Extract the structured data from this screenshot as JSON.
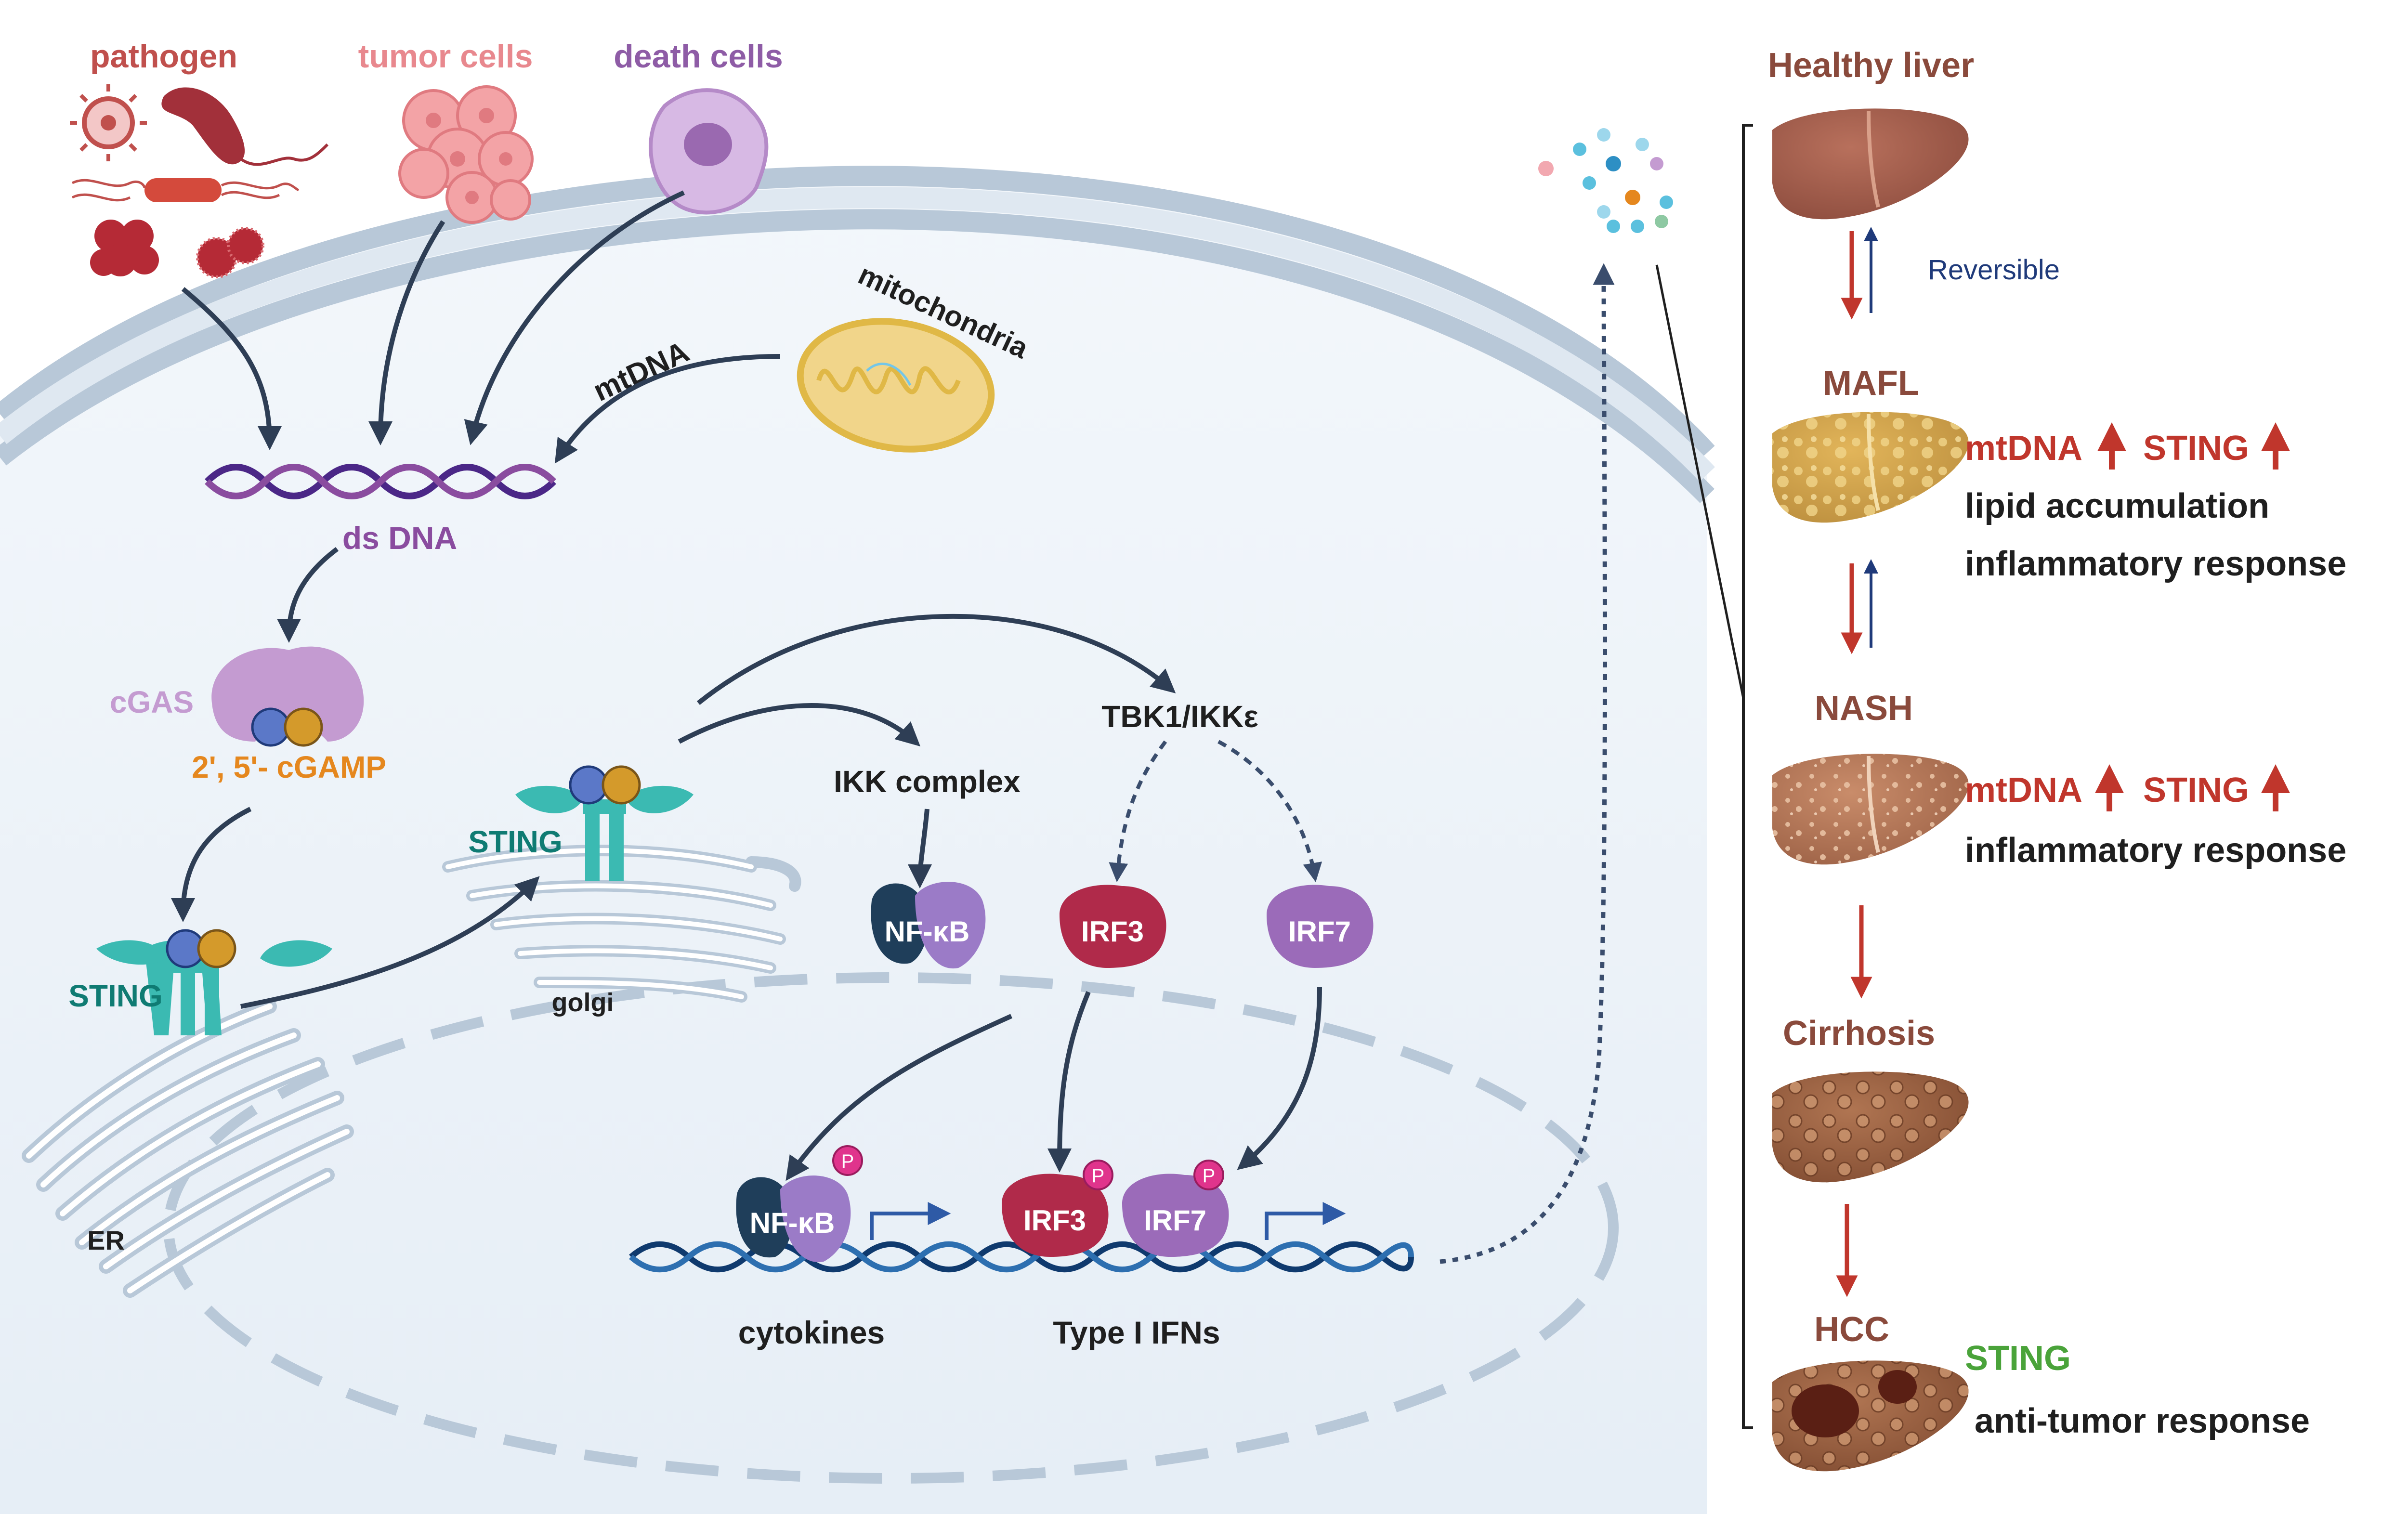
{
  "colors": {
    "pathogen": "#c0504d",
    "tumor": "#e8888e",
    "death": "#8e5ca6",
    "dna": "#8a4c9f",
    "cgas": "#c49bd1",
    "cgamp": "#e5871e",
    "sting": "#0f7b73",
    "dark": "#1f1f1f",
    "liver_label": "#8a4a3c",
    "red": "#c0362c",
    "green": "#4aa33a",
    "blue": "#1f3a7a",
    "arrow": "#2e3e55"
  },
  "labels": {
    "pathogen": "pathogen",
    "tumor_cells": "tumor cells",
    "death_cells": "death cells",
    "mitochondria": "mitochondria",
    "mtdna": "mtDNA",
    "dsdna": "ds DNA",
    "cgas": "cGAS",
    "cgamp": "2', 5'- cGAMP",
    "sting_er": "STING",
    "sting_golgi": "STING",
    "er": "ER",
    "golgi": "golgi",
    "ikk": "IKK complex",
    "tbk1": "TBK1/IKKε",
    "nfkb": "NF-κB",
    "irf3": "IRF3",
    "irf7": "IRF7",
    "nfkb_p": "NF-κB",
    "irf3_p": "IRF3",
    "irf7_p": "IRF7",
    "p": "P",
    "cytokines": "cytokines",
    "type1": "Type I IFNs"
  },
  "stages": {
    "healthy": "Healthy liver",
    "reversible": "Reversible",
    "mafl": "MAFL",
    "nash": "NASH",
    "cirrhosis": "Cirrhosis",
    "hcc": "HCC"
  },
  "mafl": {
    "mtdna": "mtDNA",
    "sting": "STING",
    "line1": "lipid accumulation",
    "line2": "inflammatory response"
  },
  "nash": {
    "mtdna": "mtDNA",
    "sting": "STING",
    "line1": "inflammatory response"
  },
  "hcc": {
    "sting": "STING",
    "line1": "anti-tumor response"
  }
}
